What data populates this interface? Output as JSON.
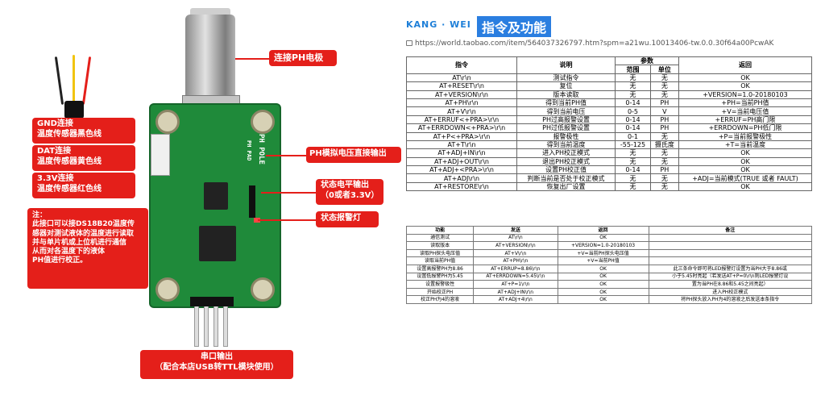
{
  "left": {
    "callouts": {
      "ph_electrode": "连接PH电极",
      "gnd": [
        "GND连接",
        "温度传感器黑色线"
      ],
      "dat": [
        "DAT连接",
        "温度传感器黄色线"
      ],
      "v33": [
        "3.3V连接",
        "温度传感器红色线"
      ],
      "ph_analog": "PH模拟电压直接输出",
      "state_out": [
        "状态电平输出",
        "（0或者3.3V）"
      ],
      "alarm_led": "状态报警灯",
      "note": [
        "注：",
        "此接口可以接DS18B20温度传",
        "感器对测试液体的温度进行读取",
        "并与单片机或上位机进行通信",
        "从而对各温度下的液体",
        "PH值进行校正。"
      ],
      "serial": [
        "串口输出",
        "（配合本店USB转TTL模块使用）"
      ]
    },
    "pcb_labels": {
      "ph_pole": "PH POLE",
      "pad": "PH PAD"
    }
  },
  "right": {
    "brand": "KANG · WEI",
    "title": "指令及功能",
    "url": "https://world.taobao.com/item/564037326797.htm?spm=a21wu.10013406-tw.0.0.30f64a00PcwAK",
    "table1": {
      "headers": [
        "指令",
        "说明",
        "参数",
        "返回"
      ],
      "subheaders": [
        "范围",
        "单位"
      ],
      "rows": [
        [
          "AT\\r\\n",
          "测试指令",
          "无",
          "无",
          "OK"
        ],
        [
          "AT+RESET\\r\\n",
          "复位",
          "无",
          "无",
          "OK"
        ],
        [
          "AT+VERSION\\r\\n",
          "版本读取",
          "无",
          "无",
          "+VERSION=1.0-20180103"
        ],
        [
          "AT+PH\\r\\n",
          "得到当前PH值",
          "0-14",
          "PH",
          "+PH=当前PH值"
        ],
        [
          "AT+V\\r\\n",
          "得到当前电压",
          "0-5",
          "V",
          "+V=当前电压值"
        ],
        [
          "AT+ERRUF<+PRA>\\r\\n",
          "PH过高报警设置",
          "0-14",
          "PH",
          "+ERRUF=PH高门限"
        ],
        [
          "AT+ERRDOWN<+PRA>\\r\\n",
          "PH过低报警设置",
          "0-14",
          "PH",
          "+ERRDOWN=PH低门限"
        ],
        [
          "AT+P<+PRA>\\r\\n",
          "报警极性",
          "0-1",
          "无",
          "+P=当前报警极性"
        ],
        [
          "AT+T\\r\\n",
          "得到当前温度",
          "-55-125",
          "摄氏度",
          "+T=当前温度"
        ],
        [
          "AT+ADJ+IN\\r\\n",
          "进入PH校正模式",
          "无",
          "无",
          "OK"
        ],
        [
          "AT+ADJ+OUT\\r\\n",
          "退出PH校正模式",
          "无",
          "无",
          "OK"
        ],
        [
          "AT+ADJ+<PRA>\\r\\n",
          "设置PH校正值",
          "0-14",
          "PH",
          "OK"
        ],
        [
          "AT+ADJ\\r\\n",
          "判断当前是否处于校正模式",
          "无",
          "无",
          "+ADJ=当前模式(TRUE 或者 FAULT)"
        ],
        [
          "AT+RESTORE\\r\\n",
          "恢复出厂设置",
          "无",
          "无",
          "OK"
        ]
      ]
    },
    "table2": {
      "headers": [
        "功能",
        "发送",
        "返回",
        "备注"
      ],
      "rows": [
        [
          "通信测试",
          "AT\\r\\n",
          "OK",
          ""
        ],
        [
          "读取版本",
          "AT+VERSION\\r\\n",
          "+VERSION=1.0-20180103",
          ""
        ],
        [
          "读取PH探头电压值",
          "AT+V\\r\\n",
          "+V=当前PH探头电压值",
          ""
        ],
        [
          "读取当前PH值",
          "AT+PH\\r\\n",
          "+V=当前PH值",
          ""
        ],
        [
          "设置高报警PH为8.86",
          "AT+ERRUP=8.86\\r\\n",
          "OK",
          "此三条命令即可将LED报警灯设置为当PH大于8.86或"
        ],
        [
          "设置低报警PH为5.45",
          "AT+ERRDOWN=5.45\\r\\n",
          "OK",
          "小于5.45时亮起（若发送AT+P=0\\r\\n则LED报警灯设"
        ],
        [
          "设置报警极性",
          "AT+P=1\\r\\n",
          "OK",
          "置为当PH在8.86和5.45之间亮起）"
        ],
        [
          "开始校正PH",
          "AT+ADJ+IN\\r\\n",
          "OK",
          "进入PH校正模式"
        ],
        [
          "校正PH为4的溶液",
          "AT+ADJ+4\\r\\n",
          "OK",
          "将PH探头放入PH为4的溶液之后发送本条指令"
        ]
      ]
    }
  }
}
